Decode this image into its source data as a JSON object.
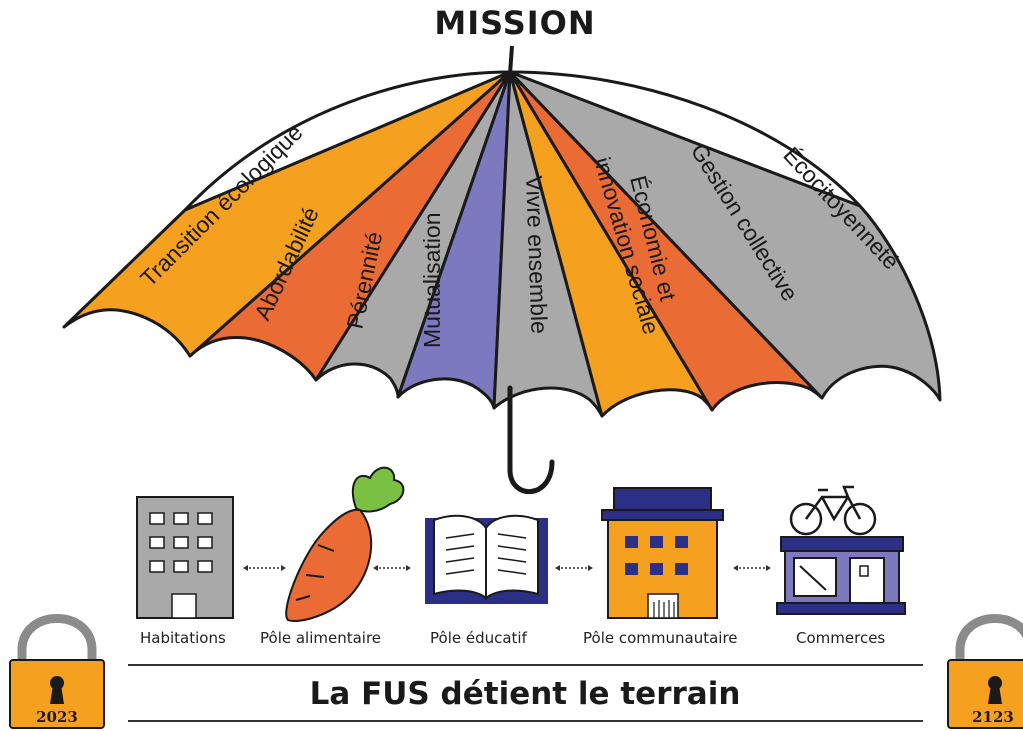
{
  "mission": "MISSION",
  "segments": [
    {
      "label": "Transition écologique",
      "color": "#f5a01e"
    },
    {
      "label": "Abordabilité",
      "color": "#eb6b35"
    },
    {
      "label": "Pérennité",
      "color": "#a9a9aa"
    },
    {
      "label": "Mutualisation",
      "color": "#7c79bf"
    },
    {
      "label": "Vivre ensemble",
      "color": "#a9a9aa"
    },
    {
      "label": "Économie et",
      "label2": "innovation sociale",
      "color": "#f5a01e"
    },
    {
      "label": "Gestion collective",
      "color": "#eb6b35"
    },
    {
      "label": "Écocitoyenneté",
      "color": "#a9a9aa"
    }
  ],
  "poles": [
    {
      "label": "Habitations",
      "icon": "building-icon"
    },
    {
      "label": "Pôle alimentaire",
      "icon": "carrot-icon"
    },
    {
      "label": "Pôle éducatif",
      "icon": "open-book-icon"
    },
    {
      "label": "Pôle communautaire",
      "icon": "community-building-icon"
    },
    {
      "label": "Commerces",
      "icon": "shop-with-bicycle-icon"
    }
  ],
  "footer": {
    "text": "La FUS détient le terrain"
  },
  "locks": {
    "left_year": "2023",
    "right_year": "2123"
  },
  "colors": {
    "orange": "#f5a01e",
    "red_orange": "#eb6b35",
    "gray": "#a9a9aa",
    "purple": "#7c79bf",
    "navy": "#2b2f86"
  }
}
